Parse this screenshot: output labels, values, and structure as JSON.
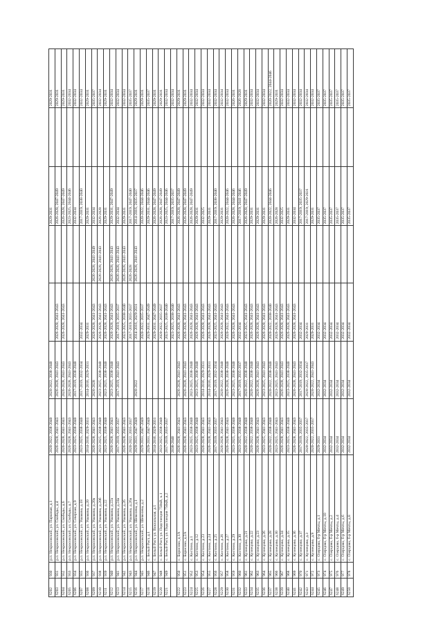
{
  "rows": [
    [
      "6202",
      "930",
      "р.п. Некрасовский, ул. Парковая, д.1",
      "2020-2022, 2038-2040",
      "2020-2022, 2038-2040",
      "",
      "",
      "2029-2031",
      "",
      "2029-2031"
    ],
    [
      "6203",
      "931",
      "р.п. Некрасовский, ул. Свободы, д.4",
      "2026-2028, 2041-2043",
      "2026-2028, 2041-2043",
      "2026-2028, 2041-2043",
      "",
      "2026-2028, 2047-2049",
      "",
      "2029-2031"
    ],
    [
      "6204",
      "932",
      "р.п. Некрасовский, ул. Свободы, д.6",
      "2026-2028, 2041-2043",
      "2026-2028, 2041-2043",
      "2026-2028, 2041-2043",
      "",
      "2026-2028, 2047-2049",
      "",
      "2029-2031"
    ],
    [
      "6205",
      "933",
      "р.п. Некрасовский, ул. Свободы, д.7",
      "2026-2028, 2041-2043",
      "2026-2028, 2041-2043",
      "",
      "",
      "2023-2025, 2044-2046",
      "",
      "2032-2034"
    ],
    [
      "6206",
      "934",
      "р.п. Некрасовский, ул. Северная, д.9",
      "2023-2025, 2038-2040",
      "2017-2019, 2038-2040",
      "",
      "",
      "2032-2034",
      "",
      "2032-2034"
    ],
    [
      "6207",
      "935",
      "р.п. Некрасовский, ул. Ушакова, д.18",
      "2023-2025, 2038-2040",
      "2017-2019, 2032-2034",
      "2032-2034",
      "",
      "2017-2019, 2038-2040",
      "",
      "2032-2034"
    ],
    [
      "6208",
      "936",
      "р.п. Некрасовский, ул. Ушакова, д.20",
      "2014-2016, 2029-2031",
      "2014-2016, 2029-2031",
      "2029-2031",
      "",
      "2029-2031",
      "",
      "2029-2031"
    ],
    [
      "6209",
      "937",
      "р.п. Некрасовский, ул. Ушакова, д.20а",
      "2026-2028, 2041-2043",
      "2026-2028",
      "2026-2028, 2041-2043",
      "2026-2028, 2041-2049",
      "2032-2034",
      "",
      "2035-2037"
    ],
    [
      "6210",
      "938",
      "р.п. Некрасовский, ул. Ушакова, д.20б",
      "2023-2025, 2038-2040",
      "2023-2025, 2038-2040",
      "2026-2028, 2041-2043",
      "2026-2028, 2041-2043",
      "2026-2028",
      "",
      "2032-2034"
    ],
    [
      "6211",
      "939",
      "р.п. Некрасовский, ул. Ушакова, д.22",
      "2023-2025, 2038-2040",
      "2023-2025, 2038-2040",
      "2026-2028, 2041-2043",
      "",
      "2029-2031",
      "",
      "2029-2031"
    ],
    [
      "6212",
      "940",
      "р.п. Некрасовский, ул. Ушакова, д.22а",
      "2026-2028, 2041-2043",
      "2023-2025, 2038-2040",
      "2026-2028, 2041-2043",
      "2026-2028, 2041-2043",
      "2029-2031, 2047-2049",
      "",
      "2032-2034"
    ],
    [
      "6213",
      "941",
      "р.п. Некрасовский, ул. Ушакова, д.24а",
      "2017-2019, 2035-2037",
      "2017-2019, 2041-2043",
      "2017-2019, 2035-2037",
      "2026-2028, 2041-2043",
      "2032-2034",
      "",
      "2032-2034"
    ],
    [
      "6214",
      "942",
      "р.п. Некрасовский, ул. Ушакова, д.26",
      "2026-2028, 2041-2043",
      "",
      "2023-2025, 2038-2040",
      "2026-2028, 2041-2043",
      "2029-2031",
      "",
      "2032-2034"
    ],
    [
      "6215",
      "943",
      "р.п. Некрасовский, ул. Ушакова, д.26а",
      "2020-2022, 2035-2037",
      "",
      "2017-2019, 2035-2037",
      "2026-2028",
      "2017-2019, 2047-2040",
      "",
      "2035-2037"
    ],
    [
      "6216",
      "944",
      "р.п. Некрасовский, ул. Шевелева, д.1",
      "2029-2031, 2047-2049",
      "2020-2022",
      "2014-2016, 2029-2031",
      "2026-2028, 2041-2043",
      "2014-2016, 2035-2037",
      "",
      "2029-2031"
    ],
    [
      "6217",
      "945",
      "р.п. Некрасовский, ул. Шевелева, д.2",
      "2029-2031, 2047-2049",
      "",
      "2020-2022, 2035-2037",
      "",
      "2020-2022, 2044-2046",
      "",
      "2029-2031"
    ],
    [
      "6218",
      "946",
      "с. Белый Раст, д.1",
      "2029-2031, 2047-2049",
      "",
      "2029-2031, 2047-2049",
      "",
      "2029-2031, 2044-2046",
      "",
      "2035-2037"
    ],
    [
      "6219",
      "947",
      "с. Белый Раст, ул. Вокзальная, д.1",
      "2014-2016, 2029-2031",
      "",
      "2029-2031, 2047-2049",
      "",
      "2026-2028, 2047-2049",
      "",
      "2029-2031"
    ],
    [
      "6220",
      "948",
      "с. Белый Раст, ул. Подстанция 750кВ, к.1",
      "2023-2025, 2038-2040",
      "",
      "2020-2022, 2035-2037",
      "",
      "2026-2028, 2047-2049",
      "",
      "2029-2031"
    ],
    [
      "6221",
      "949",
      "с. Белый Раст, ул. Подстанция 750кВ, д.2",
      "2017-2019, 2035-2037",
      "",
      "2023-2025, 2038-2040",
      "",
      "2023-2025, 2044-2046",
      "",
      "2032-2034"
    ],
    [
      "",
      "",
      "",
      "2038-2040",
      "",
      "2023-2025, 2038-2040",
      "",
      "2017-2019, 2035-2037",
      "",
      "2032-2034"
    ],
    [
      "6222",
      "950",
      "с. Борисово, д.1А",
      "2026-2028, 2041-2043",
      "2026-2028, 2041-2043",
      "2026-2028, 2041-2043",
      "",
      "2026-2028, 2047-2049",
      "",
      "2029-2031"
    ],
    [
      "6223",
      "951",
      "с. Борисово, д.2А",
      "2026-2028, 2041-2043",
      "2026-2028, 2041-2043",
      "2026-2028, 2041-2043",
      "",
      "2026-2028, 2047-2049",
      "",
      "2029-2031"
    ],
    [
      "6224",
      "952",
      "с. Костино, д.1",
      "2023-2025, 2038-2040",
      "2023-2025, 2038-2040",
      "2026-2028, 2041-2043",
      "",
      "2026-2028, 2047-2049",
      "",
      "2032-2034"
    ],
    [
      "6225",
      "953",
      "с. Костино, д.12",
      "2023-2025, 2038-2040",
      "2023-2025, 2038-2040",
      "2026-2028, 2041-2043",
      "",
      "2029-2031",
      "",
      "2032-2034"
    ],
    [
      "6226",
      "954",
      "с. Костино, д.23",
      "2026-2028, 2041-2043",
      "2014-2016, 2029-2031",
      "2026-2028, 2041-2043",
      "",
      "2032-2025",
      "",
      "2032-2034"
    ],
    [
      "6227",
      "955",
      "с. Костино, д.24",
      "2026-2028, 2041-2043",
      "2014-2016, 2029-2031",
      "2026-2028, 2041-2043",
      "",
      "2029-2031",
      "",
      "2032-2034"
    ],
    [
      "6228",
      "956",
      "с. Костино, д.25",
      "2017-2019, 2035-2037",
      "2017-2019, 2032-2034",
      "2023-2025, 2041-2043",
      "",
      "2017-2019, 2038-2040",
      "",
      "2032-2034"
    ],
    [
      "6229",
      "957",
      "с. Костино, д.26",
      "2026-2028, 2041-2043",
      "2020-2022, 2038-2040",
      "2026-2028, 2041-2043",
      "",
      "2029-2031",
      "",
      "2032-2034"
    ],
    [
      "6230",
      "958",
      "с. Костино, д.27",
      "2026-2028, 2041-2043",
      "2026-2028, 2038-2040",
      "2020-2022, 2041-2043",
      "",
      "2020-2022, 2044-2046",
      "",
      "2032-2034"
    ],
    [
      "6231",
      "959",
      "с. Костино, д.29",
      "2023-2025, 2038-2040",
      "2023-2025, 2038-2040",
      "2026-2028, 2041-2043",
      "",
      "2026-2028, 2044-2046",
      "",
      "2026-2031"
    ],
    [
      "6232",
      "960",
      "с. Костино, д.30",
      "2023-2025, 2038-2040",
      "2017-2019, 2035-2037",
      "2032-2034",
      "",
      "2017-2019, 2041-2046",
      "",
      "2026-2028"
    ],
    [
      "6233",
      "961",
      "с. Кузнецово, д.21",
      "2020-2022, 2038-2040",
      "2020-2022, 2038-2040",
      "2023-2025, 2041-2043",
      "",
      "2026-2028, 2047-2049",
      "",
      "2029-2031"
    ],
    [
      "6234",
      "962",
      "с. Кузнецово, д.22",
      "2020-2022, 2038-2040",
      "2020-2022, 2038-2040",
      "2026-2028, 2041-2043",
      "",
      "2029-2031",
      "",
      "2032-2034"
    ],
    [
      "6235",
      "963",
      "с. Кузнецово, д.23",
      "2026-2028, 2041-2043",
      "2026-2028, 2041-2043",
      "2026-2028, 2041-2043",
      "",
      "2029-2031",
      "",
      "2032-2034"
    ],
    [
      "6236",
      "964",
      "с. Кузнецово, д.26",
      "2023-2025, 2041-2043",
      "2023-2025, 2041-2043",
      "2026-2028, 2041-2043",
      "",
      "2029-2031",
      "",
      "2032-2034"
    ],
    [
      "6237",
      "965",
      "с. Кузнецово, д.28",
      "2020-2022, 2038-2040",
      "2020-2022, 2038-2040",
      "2020-2022, 2038-2040",
      "",
      "2020-2022, 2044-2046",
      "",
      "2020-2022, 2044-2046"
    ],
    [
      "6238",
      "966",
      "с. Кузнецово, д.30",
      "2023-2025, 2041-2043",
      "2023-2025, 2041-2043",
      "2026-2028, 2041-2043",
      "",
      "2026-2028",
      "",
      "2029-2031"
    ],
    [
      "6239",
      "967",
      "с. Кузнецово, д.34",
      "2026-2028, 2041-2043",
      "2026-2028, 2041-2043",
      "2026-2028, 2041-2043",
      "",
      "2032-2025",
      "",
      "2032-2034"
    ],
    [
      "6240",
      "968",
      "с. Кузнецово, д.35",
      "2023-2025, 2038-2040",
      "2023-2025, 2038-2040",
      "2026-2028, 2041-2043",
      "",
      "2029-2031",
      "",
      "2032-2034"
    ],
    [
      "6241",
      "969",
      "с. Кузнецово, д.36",
      "2026-2028, 2041-2043",
      "2026-2028, 2041-2043",
      "2026-2028, 2041-2043",
      "",
      "2032-2034",
      "",
      "2032-2034"
    ],
    [
      "6242",
      "970",
      "с. Кузнецово, д.37",
      "2017-2019, 2035-2037",
      "2017-2019, 2032-2034",
      "2032-2034",
      "",
      "2017-2019, 2035-2037",
      "",
      "2032-2034"
    ],
    [
      "6243",
      "971",
      "с. Кузнецово, д.3",
      "2020-2022, 2035-2037",
      "2020-2022, 2035-2037",
      "2029-2031",
      "",
      "2017-2019, 2029-2031",
      "",
      "2032-2034"
    ],
    [
      "6244",
      "972",
      "с. Кузнецово, д.9",
      "2020-2022, 2035-2037",
      "2020-2022, 2041-2043",
      "2029-2031",
      "",
      "2029-2031",
      "",
      "2032-2034"
    ],
    [
      "6245",
      "973",
      "с. Озерцово, б-р Мечты, д.1",
      "2029-2031",
      "2032-2034",
      "2032-2034",
      "",
      "2035-2037",
      "",
      "2035-2037"
    ],
    [
      "6246",
      "974",
      "с. Озерцово, б-р Мечты, д.10",
      "2032-2034",
      "2032-2034",
      "2032-2034",
      "",
      "2035-2037",
      "",
      "2035-2037"
    ],
    [
      "6247",
      "975",
      "с. Озерцово, б-р Мечты, д.2",
      "2032-2034",
      "2032-2034",
      "2032-2034",
      "",
      "2035-2037",
      "",
      "2035-2037"
    ],
    [
      "6248",
      "976",
      "с. Озерцово, б-р Мечты, д.4",
      "2032-2034",
      "2032-2034",
      "2032-2034",
      "",
      "2035-2037",
      "",
      "2035-2037"
    ],
    [
      "6249",
      "977",
      "с. Озерцово, б-р Мечты, д.6",
      "2032-2034",
      "2032-2034",
      "2032-2034",
      "",
      "2035-2037",
      "",
      "2035-2037"
    ],
    [
      "6250",
      "978",
      "с. Озерцово, б-р Мечты, д.8",
      "2032-2034",
      "2032-2034",
      "2032-2034",
      "",
      "2035-2037",
      "",
      "2035-2037"
    ]
  ]
}
